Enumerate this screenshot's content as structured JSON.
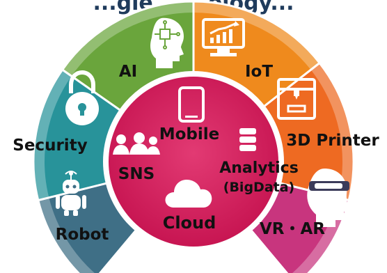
{
  "title_fragment": "...gie... ...ology...",
  "segments": [
    {
      "id": "ai",
      "label": "AI",
      "color": "#6aa53c",
      "icon": "head-circuit-icon"
    },
    {
      "id": "iot",
      "label": "IoT",
      "color": "#ef8a1d",
      "icon": "monitor-chart-icon"
    },
    {
      "id": "printer",
      "label": "3D Printer",
      "color": "#ee6a22",
      "icon": "3d-printer-icon"
    },
    {
      "id": "vrar",
      "label": "VR・AR",
      "color": "#c8357e",
      "icon": "vr-headset-icon"
    },
    {
      "id": "robot",
      "label": "Robot",
      "color": "#3f6f86",
      "icon": "robot-icon"
    },
    {
      "id": "security",
      "label": "Security",
      "color": "#28939a",
      "icon": "padlock-icon"
    }
  ],
  "center": {
    "color": "#d71a5c",
    "items": [
      {
        "id": "mobile",
        "label": "Mobile",
        "icon": "tablet-icon"
      },
      {
        "id": "sns",
        "label": "SNS",
        "icon": "people-icon"
      },
      {
        "id": "analytics",
        "label": "Analytics",
        "sublabel": "(BigData)",
        "icon": "database-icon"
      },
      {
        "id": "cloud",
        "label": "Cloud",
        "icon": "cloud-icon"
      }
    ]
  }
}
